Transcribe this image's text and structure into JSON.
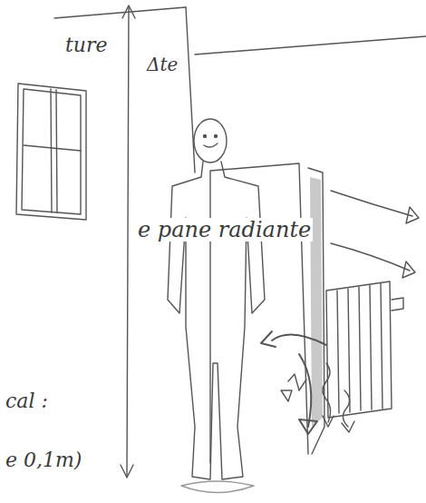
{
  "diagram": {
    "labels": [
      "ture",
      "Δte",
      "e pane radiante",
      "cal :",
      "e 0,1m)"
    ]
  }
}
